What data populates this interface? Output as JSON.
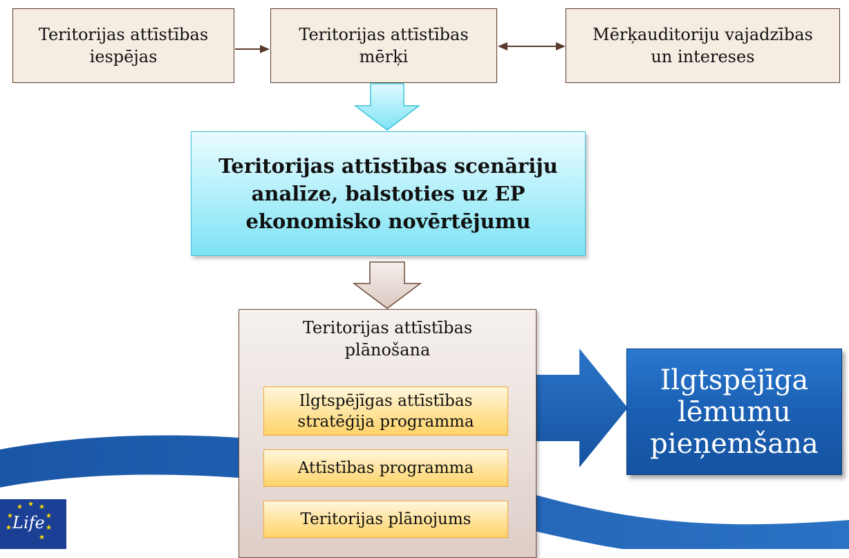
{
  "top_boxes": {
    "left": "Teritorijas attīstības\niespējas",
    "middle": "Teritorijas attīstības\nmērķi",
    "right": "Mērķauditoriju vajadzības\nun intereses"
  },
  "analysis_box": "Teritorijas attīstības scenāriju\nanalīze, balstoties uz EP\nekonomisko novērtējumu",
  "planning": {
    "title": "Teritorijas attīstības\nplānošana",
    "items": [
      "Ilgtspējīgas attīstības\nstratēģija programma",
      "Attīstības programma",
      "Teritorijas plānojums"
    ]
  },
  "outcome": "Ilgtspējīga\nlēmumu\npieņemšana",
  "logo_text": "Life",
  "colors": {
    "top_box_fill": "#f5ece2",
    "analysis_fill": "#b8f1fb",
    "planning_fill": "#e8ddd8",
    "item_fill": "#ffe39a",
    "outcome_fill": "#1a5fb3",
    "arrow_brown": "#5a3a2c",
    "swoosh_blue": "#1f5fb0"
  }
}
